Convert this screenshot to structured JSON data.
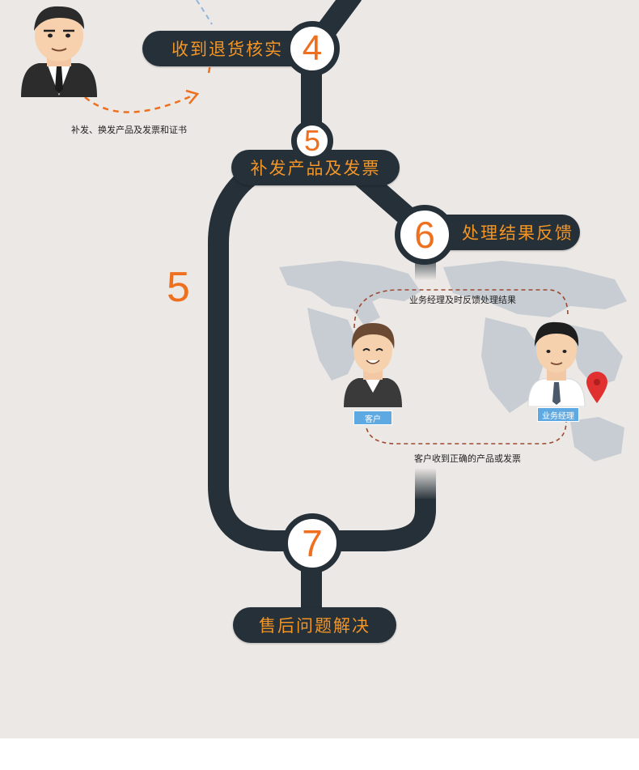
{
  "steps": {
    "step4": {
      "number": "4",
      "label": "收到退货核实"
    },
    "step5": {
      "number": "5",
      "label": "补发产品及发票"
    },
    "step6": {
      "number": "6",
      "label": "处理结果反馈"
    },
    "step7": {
      "number": "7",
      "label": "售后问题解决"
    }
  },
  "side_number": "5",
  "captions": {
    "reissue": "补发、换发产品及发票和证书",
    "manager_feedback": "业务经理及时反馈处理结果",
    "customer_receives": "客户收到正确的产品或发票"
  },
  "roles": {
    "customer": "客户",
    "manager": "业务经理"
  },
  "icons": [
    "businessman-avatar-icon",
    "customer-avatar-icon",
    "manager-avatar-icon",
    "location-pin-icon",
    "world-map-icon"
  ],
  "colors": {
    "track": "#253038",
    "accent_orange": "#ee6f1d",
    "pill_text": "#f49524",
    "dashed_brown": "#9c4a2e",
    "map_blue": "#c4ccd4",
    "tag_blue": "#5ea9e1",
    "pin_red": "#e03030"
  }
}
